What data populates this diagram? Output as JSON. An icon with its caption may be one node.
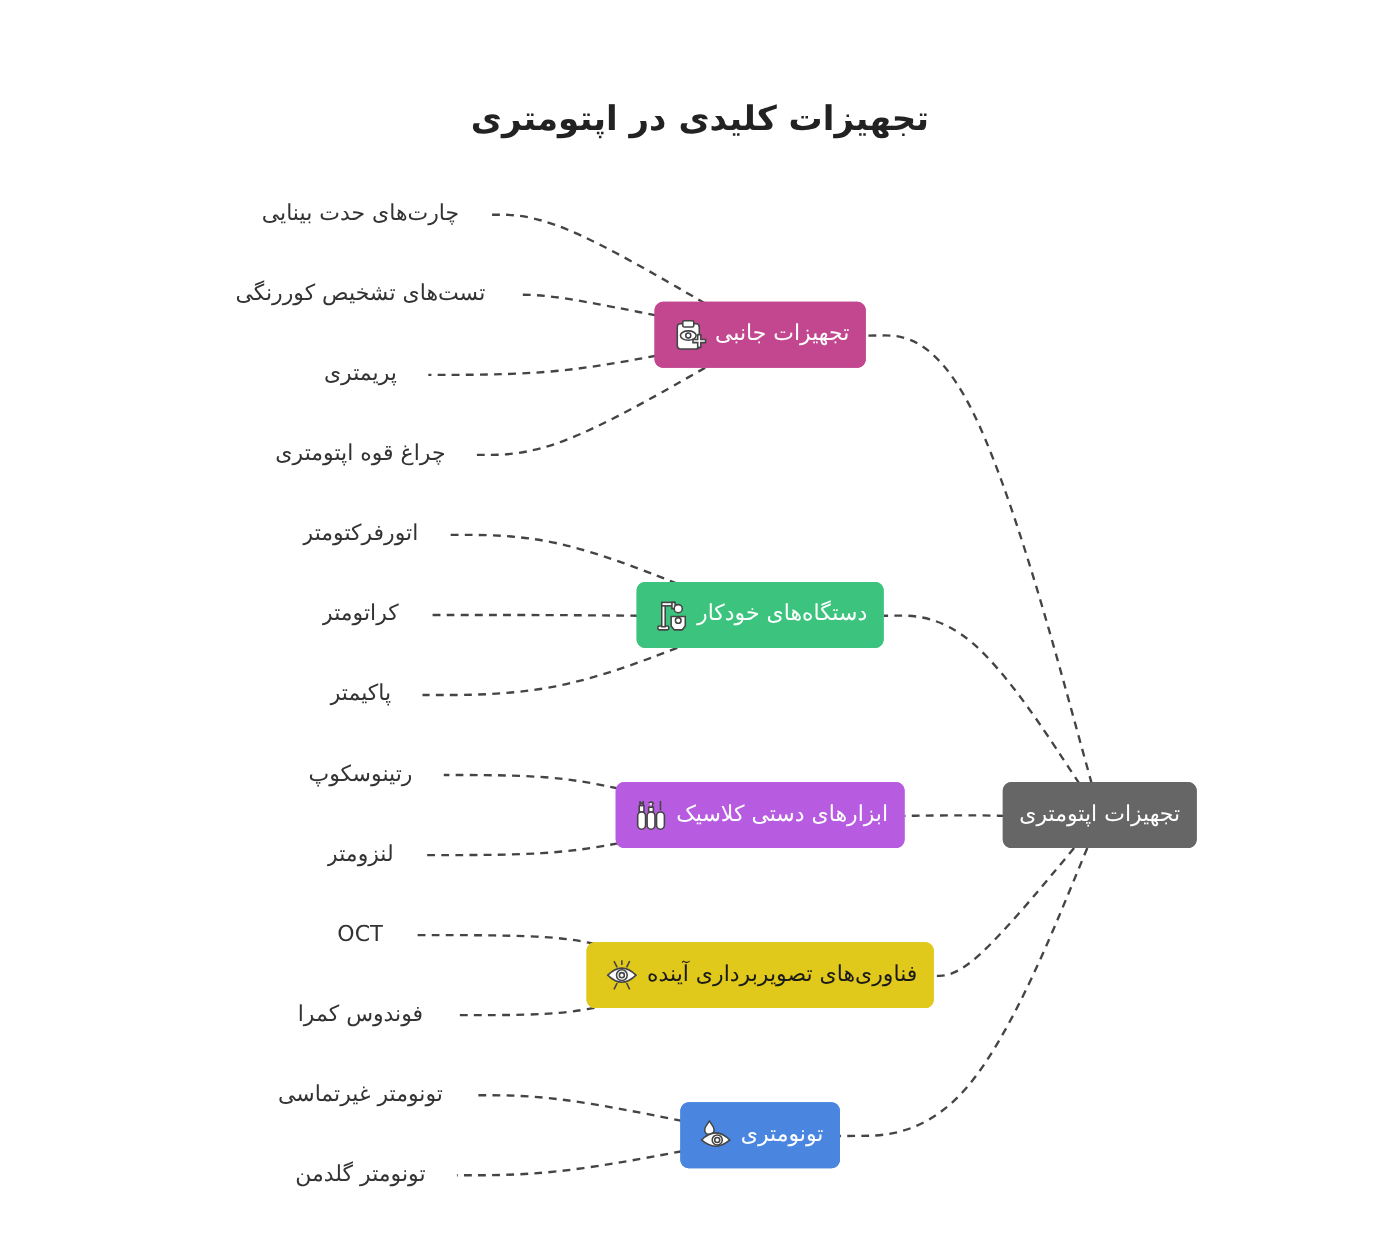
{
  "diagram": {
    "title": "تجهیزات کلیدی در اپتومتری",
    "nodes": [
      {
        "text": [
          "تجهیزات اپتومتری"
        ]
      },
      {
        "text": [
          "تجهیزات جانبی"
        ]
      },
      {
        "text": [
          "چارت‌های حدت بینایی"
        ]
      },
      {
        "text": [
          "تست‌های تشخیص کوررنگی"
        ]
      },
      {
        "text": [
          "پریمتری"
        ]
      },
      {
        "text": [
          "چراغ قوه اپتومتری"
        ]
      },
      {
        "text": [
          "دستگاه‌های خودکار"
        ]
      },
      {
        "text": [
          "اتورفرکتومتر"
        ]
      },
      {
        "text": [
          "کراتومتر"
        ]
      },
      {
        "text": [
          "پاکیمتر"
        ]
      },
      {
        "text": [
          "ابزارهای دستی کلاسیک"
        ]
      },
      {
        "text": [
          "رتینوسکوپ"
        ]
      },
      {
        "text": [
          "لنزومتر"
        ]
      },
      {
        "text": [
          "فناوری‌های تصویربرداری آینده"
        ]
      },
      {
        "text": [
          "OCT"
        ]
      },
      {
        "text": [
          "فوندوس کمرا"
        ]
      },
      {
        "text": [
          "تونومتری"
        ]
      },
      {
        "text": [
          "تونومتر غیرتماسی"
        ]
      },
      {
        "text": [
          "تونومتر گلدمن"
        ]
      }
    ],
    "edges": [
      {
        "from": 0,
        "to": 1,
        "arrow": "none",
        "style": "dashed"
      },
      {
        "from": 1,
        "to": 2,
        "arrow": "none",
        "style": "dashed"
      },
      {
        "from": 1,
        "to": 3,
        "arrow": "none",
        "style": "dashed"
      },
      {
        "from": 1,
        "to": 4,
        "arrow": "none",
        "style": "dashed"
      },
      {
        "from": 1,
        "to": 5,
        "arrow": "none",
        "style": "dashed"
      },
      {
        "from": 0,
        "to": 6,
        "arrow": "none",
        "style": "dashed"
      },
      {
        "from": 6,
        "to": 7,
        "arrow": "none",
        "style": "dashed"
      },
      {
        "from": 6,
        "to": 8,
        "arrow": "none",
        "style": "dashed"
      },
      {
        "from": 6,
        "to": 9,
        "arrow": "none",
        "style": "dashed"
      },
      {
        "from": 0,
        "to": 10,
        "arrow": "none",
        "style": "dashed"
      },
      {
        "from": 10,
        "to": 11,
        "arrow": "none",
        "style": "dashed"
      },
      {
        "from": 10,
        "to": 12,
        "arrow": "none",
        "style": "dashed"
      },
      {
        "from": 0,
        "to": 13,
        "arrow": "none",
        "style": "dashed"
      },
      {
        "from": 13,
        "to": 14,
        "arrow": "none",
        "style": "dashed"
      },
      {
        "from": 13,
        "to": 15,
        "arrow": "none",
        "style": "dashed"
      },
      {
        "from": 0,
        "to": 16,
        "arrow": "none",
        "style": "dashed"
      },
      {
        "from": 16,
        "to": 17,
        "arrow": "none",
        "style": "dashed"
      },
      {
        "from": 16,
        "to": 18,
        "arrow": "none",
        "style": "dashed"
      }
    ]
  }
}
